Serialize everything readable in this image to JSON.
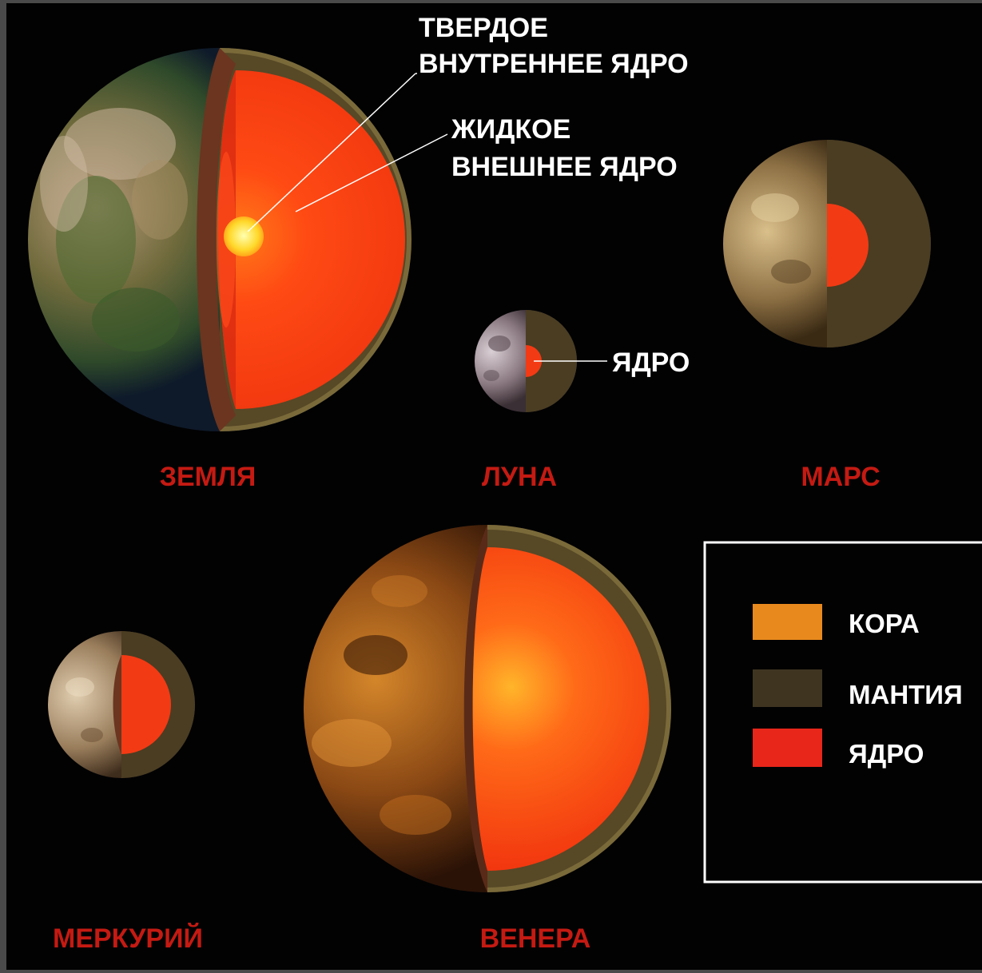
{
  "annotations": {
    "inner_core_line1": "ТВЕРДОЕ",
    "inner_core_line2": "ВНУТРЕННЕЕ ЯДРО",
    "outer_core_line1": "ЖИДКОЕ",
    "outer_core_line2": "ВНЕШНЕЕ ЯДРО",
    "moon_core": "ЯДРО"
  },
  "planets": {
    "earth": "ЗЕМЛЯ",
    "moon": "ЛУНА",
    "mars": "МАРС",
    "mercury": "МЕРКУРИЙ",
    "venus": "ВЕНЕРА"
  },
  "legend": {
    "items": [
      {
        "label": "КОРА",
        "color": "#e8891e"
      },
      {
        "label": "МАНТИЯ",
        "color": "#3f3420"
      },
      {
        "label": "ЯДРО",
        "color": "#e8261a"
      }
    ]
  },
  "colors": {
    "background": "#020203",
    "mantle": "#4a3d22",
    "core": "#f23a14",
    "label_red": "#c41a12",
    "frame": "#ffffff"
  }
}
